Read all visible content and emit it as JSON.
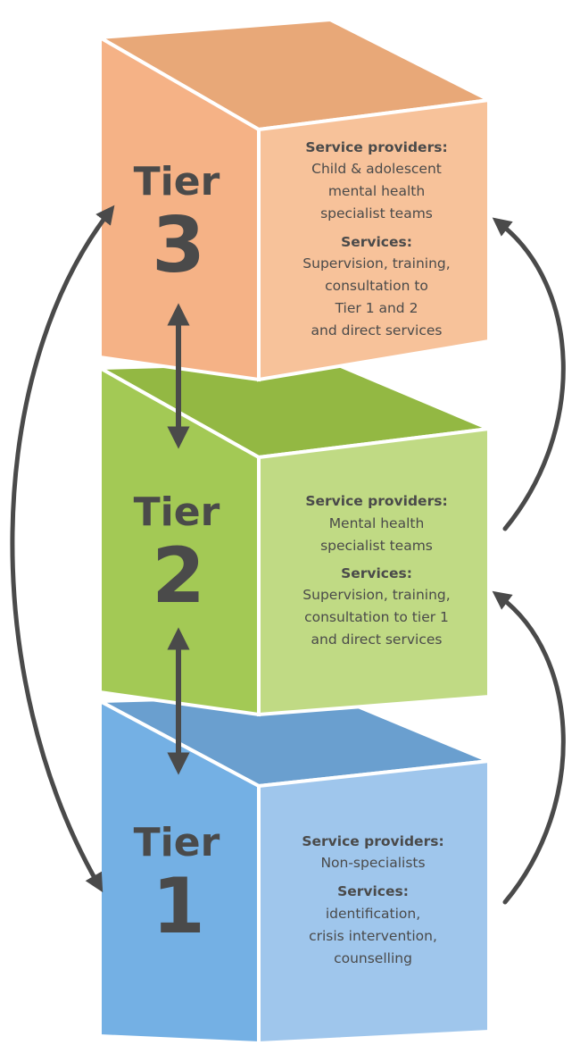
{
  "colors": {
    "tier3": {
      "top": "#e8a878",
      "front": "#f5b286",
      "side": "#f7c29a"
    },
    "tier2": {
      "top": "#93b843",
      "front": "#a3c955",
      "side": "#c0da84"
    },
    "tier1": {
      "top": "#6a9fcf",
      "front": "#74b0e4",
      "side": "#9fc6ec"
    },
    "arrow": "#4a4a4a",
    "text": "#4a4a4a",
    "edge": "#ffffff"
  },
  "tiers": [
    {
      "id": "tier3",
      "word": "Tier",
      "number": "3",
      "providers_heading": "Service providers:",
      "providers_lines": [
        "Child & adolescent",
        "mental health",
        "specialist teams"
      ],
      "services_heading": "Services:",
      "services_lines": [
        "Supervision, training,",
        "consultation to",
        "Tier 1 and 2",
        "and direct services"
      ]
    },
    {
      "id": "tier2",
      "word": "Tier",
      "number": "2",
      "providers_heading": "Service providers:",
      "providers_lines": [
        "Mental health",
        "specialist teams"
      ],
      "services_heading": "Services:",
      "services_lines": [
        "Supervision, training,",
        "consultation to tier 1",
        "and direct services"
      ]
    },
    {
      "id": "tier1",
      "word": "Tier",
      "number": "1",
      "providers_heading": "Service providers:",
      "providers_lines": [
        "Non-specialists"
      ],
      "services_heading": "Services:",
      "services_lines": [
        "identification,",
        "crisis intervention,",
        "counselling"
      ]
    }
  ],
  "arrows": [
    {
      "name": "tier3-tier2-double-arrow-icon"
    },
    {
      "name": "tier2-tier1-double-arrow-icon"
    },
    {
      "name": "tier1-tier3-curved-double-arrow-icon"
    },
    {
      "name": "tier2-to-tier3-curved-arrow-icon"
    },
    {
      "name": "tier1-to-tier2-curved-arrow-icon"
    }
  ]
}
